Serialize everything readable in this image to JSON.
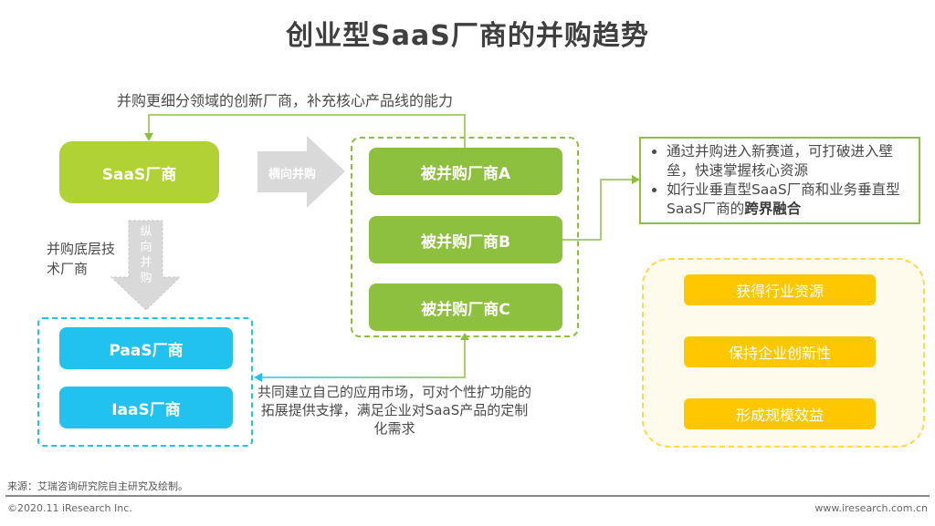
{
  "title": "创业型SaaS厂商的并购趋势",
  "colors": {
    "saas_green": "#b1d235",
    "acquired_green": "#8dc03e",
    "blue": "#21c3ee",
    "yellow": "#ffc700",
    "gray_arrow": "#d9d9d9"
  },
  "saas_vendor": "SaaS厂商",
  "horizontal_arrow_label": "横向并购",
  "vertical_arrow_label": [
    "纵",
    "向",
    "并",
    "购"
  ],
  "top_note": "并购更细分领域的创新厂商，补充核心产品线的能力",
  "left_note": "并购底层技术厂商",
  "acquired_vendors": [
    "被并购厂商A",
    "被并购厂商B",
    "被并购厂商C"
  ],
  "infra_vendors": [
    "PaaS厂商",
    "IaaS厂商"
  ],
  "right_note": {
    "bullet1": "通过并购进入新赛道，可打破进入壁垒，快速掌握核心资源",
    "bullet2_prefix": "如行业垂直型SaaS厂商和业务垂直型SaaS厂商的",
    "bullet2_bold": "跨界融合"
  },
  "benefits": [
    "获得行业资源",
    "保持企业创新性",
    "形成规模效益"
  ],
  "bottom_note": "共同建立自己的应用市场，可对个性扩功能的拓展提供支撑，满足企业对SaaS产品的定制化需求",
  "footer": {
    "source": "来源：艾瑞咨询研究院自主研究及绘制。",
    "copyright": "©2020.11 iResearch Inc.",
    "url": "www.iresearch.com.cn"
  }
}
